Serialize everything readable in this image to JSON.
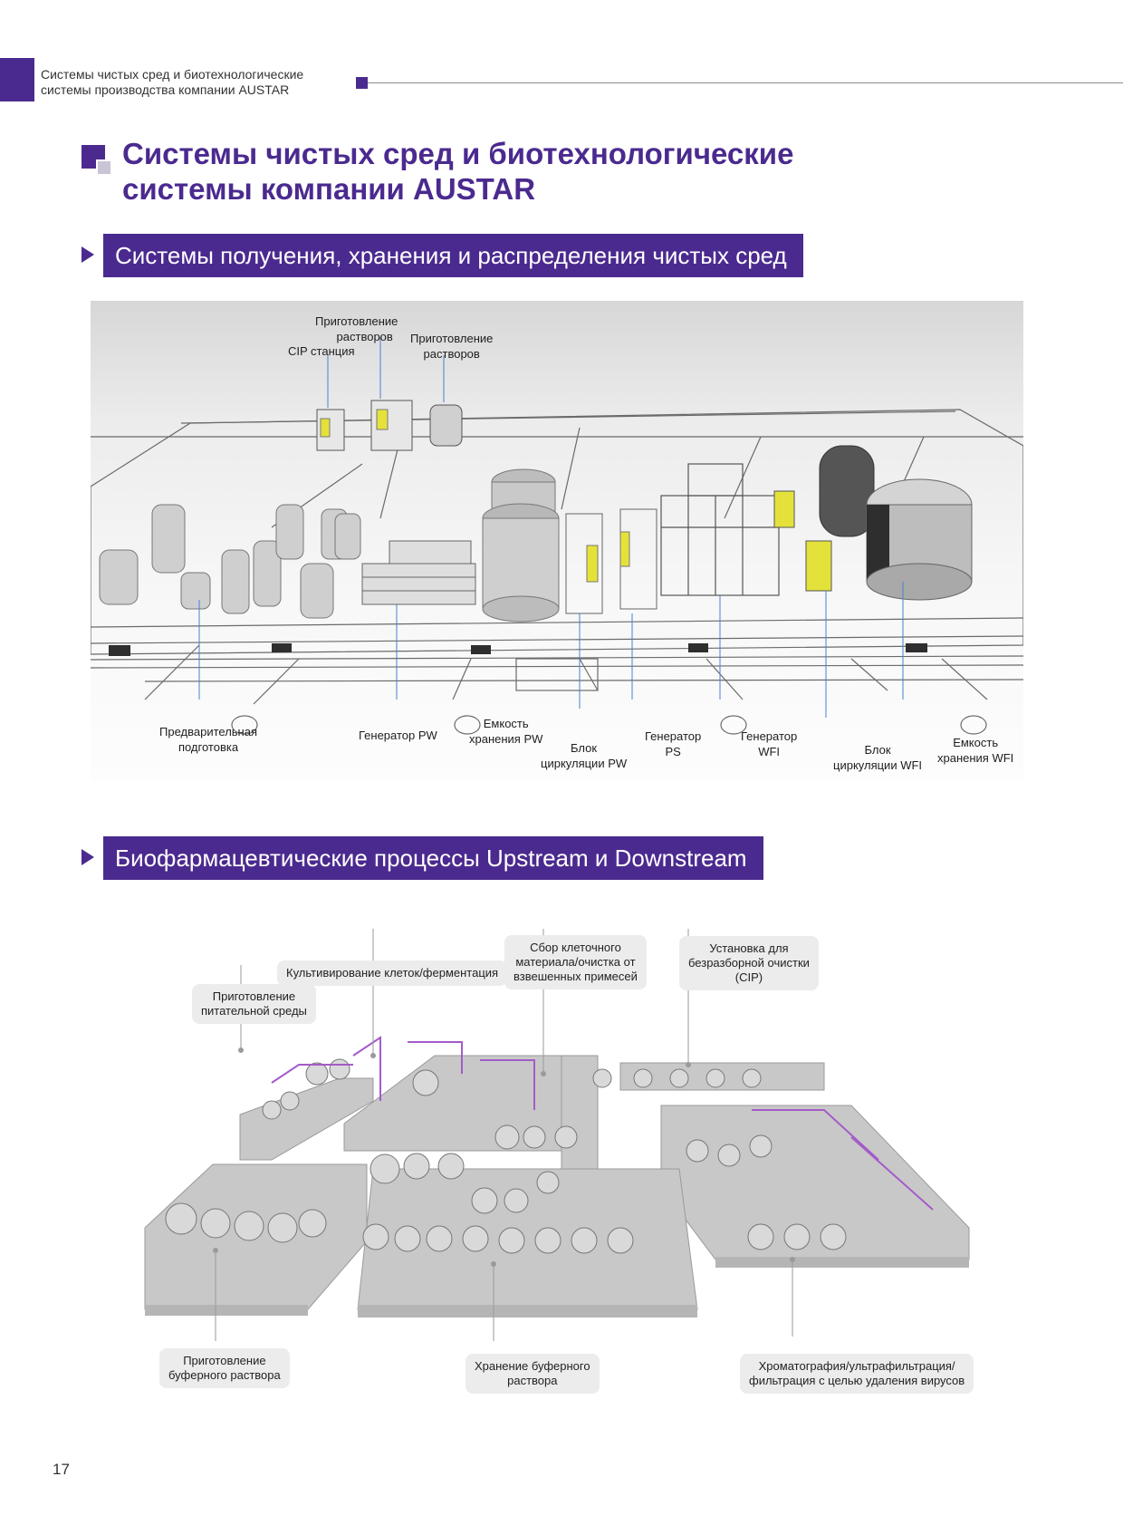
{
  "header": {
    "line1": "Системы чистых сред и биотехнологические",
    "line2": "системы производства компании AUSTAR"
  },
  "title": {
    "line1": "Системы чистых сред и биотехнологические",
    "line2": "системы компании AUSTAR"
  },
  "section1": {
    "banner": "Системы получения, хранения и распределения чистых сред",
    "labels": {
      "prep_solutions_1_l1": "Приготовление",
      "prep_solutions_1_l2": "растворов",
      "cip_station": "CIP станция",
      "prep_solutions_2_l1": "Приготовление",
      "prep_solutions_2_l2": "растворов",
      "pretreatment_l1": "Предварительная",
      "pretreatment_l2": "подготовка",
      "pw_generator": "Генератор PW",
      "pw_tank_l1": "Емкость",
      "pw_tank_l2": "хранения PW",
      "pw_loop_l1": "Блок",
      "pw_loop_l2": "циркуляции PW",
      "ps_generator_l1": "Генератор",
      "ps_generator_l2": "PS",
      "wfi_generator_l1": "Генератор",
      "wfi_generator_l2": "WFI",
      "wfi_loop_l1": "Блок",
      "wfi_loop_l2": "циркуляции WFI",
      "wfi_tank_l1": "Емкость",
      "wfi_tank_l2": "хранения WFI"
    }
  },
  "section2": {
    "banner": "Биофармацевтические процессы Upstream и Downstream",
    "labels": {
      "media_prep_l1": "Приготовление",
      "media_prep_l2": "питательной среды",
      "cell_culture": "Культивирование клеток/ферментация",
      "harvest_l1": "Сбор клеточного",
      "harvest_l2": "материала/очистка от",
      "harvest_l3": "взвешенных примесей",
      "cip_l1": "Установка для",
      "cip_l2": "безразборной очистки",
      "cip_l3": "(CIP)",
      "buffer_prep_l1": "Приготовление",
      "buffer_prep_l2": "буферного раствора",
      "buffer_storage_l1": "Хранение буферного",
      "buffer_storage_l2": "раствора",
      "chromatography_l1": "Хроматография/ультрафильтрация/",
      "chromatography_l2": "фильтрация с целью удаления вирусов"
    }
  },
  "page_number": "17",
  "colors": {
    "brand": "#4b2a8f",
    "accent_yellow": "#e4e23a"
  }
}
